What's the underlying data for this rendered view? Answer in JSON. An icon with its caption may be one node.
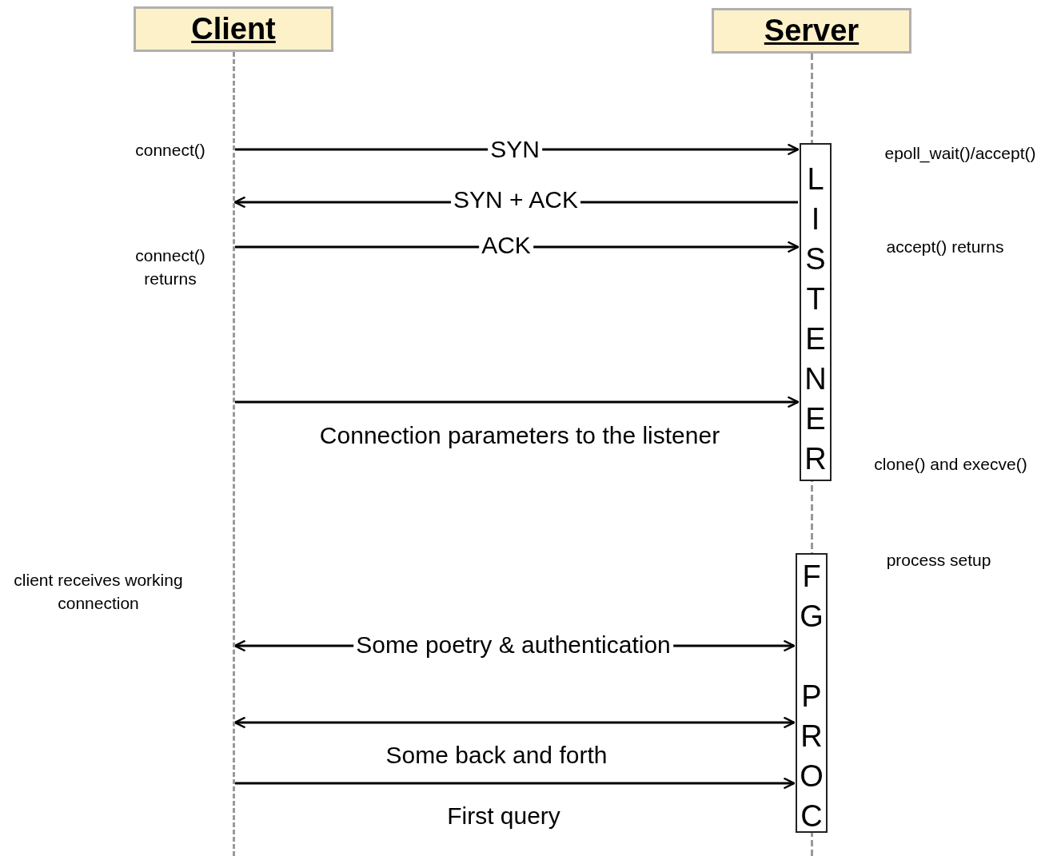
{
  "diagram": {
    "nodes": [
      {
        "text": [
          "Client"
        ]
      },
      {
        "text": [
          "Server"
        ]
      },
      {
        "text": [
          "LISTENER"
        ]
      },
      {
        "text": [
          "FG PROC"
        ]
      },
      {
        "text": [],
        "shape": "line"
      }
    ],
    "edges": [
      {
        "from": 4,
        "to": 2,
        "arrow": "to",
        "label": "SYN"
      },
      {
        "from": 2,
        "to": 4,
        "arrow": "to",
        "label": "SYN + ACK"
      },
      {
        "from": 4,
        "to": 2,
        "arrow": "to",
        "label": "ACK"
      },
      {
        "from": 4,
        "to": 2,
        "arrow": "to",
        "label": "Connection parameters to the listener"
      },
      {
        "from": 4,
        "to": 3,
        "arrow": "both",
        "label": "Some poetry & authentication"
      },
      {
        "from": 4,
        "to": 3,
        "arrow": "both",
        "label": "Some back and forth"
      },
      {
        "from": 4,
        "to": 3,
        "arrow": "to",
        "label": "First query"
      }
    ],
    "labels": [
      "connect()",
      "epoll_wait()/accept()",
      "connect() returns",
      "accept() returns",
      "clone() and execve()",
      "process setup",
      "client receives working connection"
    ]
  }
}
